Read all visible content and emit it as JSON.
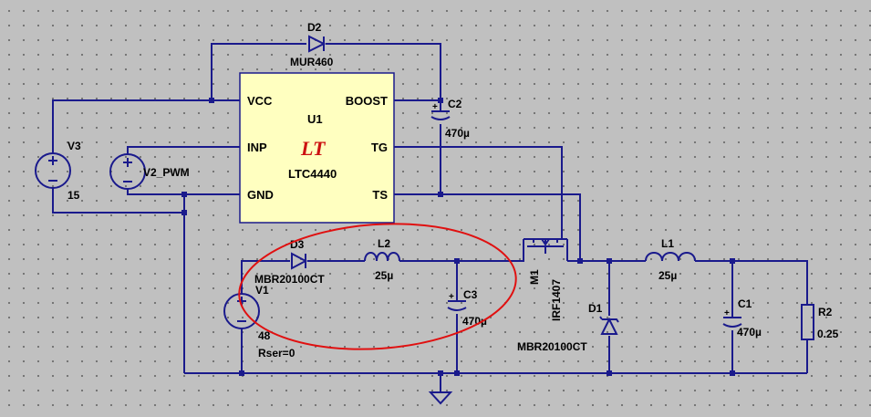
{
  "ic": {
    "ref": "U1",
    "part": "LTC4440",
    "logo": "LT",
    "pins": {
      "vcc": "VCC",
      "boost": "BOOST",
      "inp": "INP",
      "tg": "TG",
      "gnd": "GND",
      "ts": "TS"
    }
  },
  "d2": {
    "ref": "D2",
    "part": "MUR460"
  },
  "c2": {
    "ref": "C2",
    "value": "470µ"
  },
  "v3": {
    "ref": "V3",
    "value": "15"
  },
  "v2": {
    "ref": "V2_PWM"
  },
  "d3": {
    "ref": "D3",
    "part": "MBR20100CT"
  },
  "l2": {
    "ref": "L2",
    "value": "25µ"
  },
  "c3": {
    "ref": "C3",
    "value": "470µ"
  },
  "v1": {
    "ref": "V1",
    "value": "48",
    "rser": "Rser=0"
  },
  "m1": {
    "ref": "M1",
    "part": "IRF1407"
  },
  "d1": {
    "ref": "D1",
    "part": "MBR20100CT"
  },
  "l1": {
    "ref": "L1",
    "value": "25µ"
  },
  "c1": {
    "ref": "C1",
    "value": "470µ"
  },
  "r2": {
    "ref": "R2",
    "value": "0.25"
  },
  "colors": {
    "wire": "#1a1a8c",
    "ic_fill": "#ffffc0",
    "highlight": "#e01010",
    "background": "#c0c0c0",
    "logo": "#cc1111"
  }
}
